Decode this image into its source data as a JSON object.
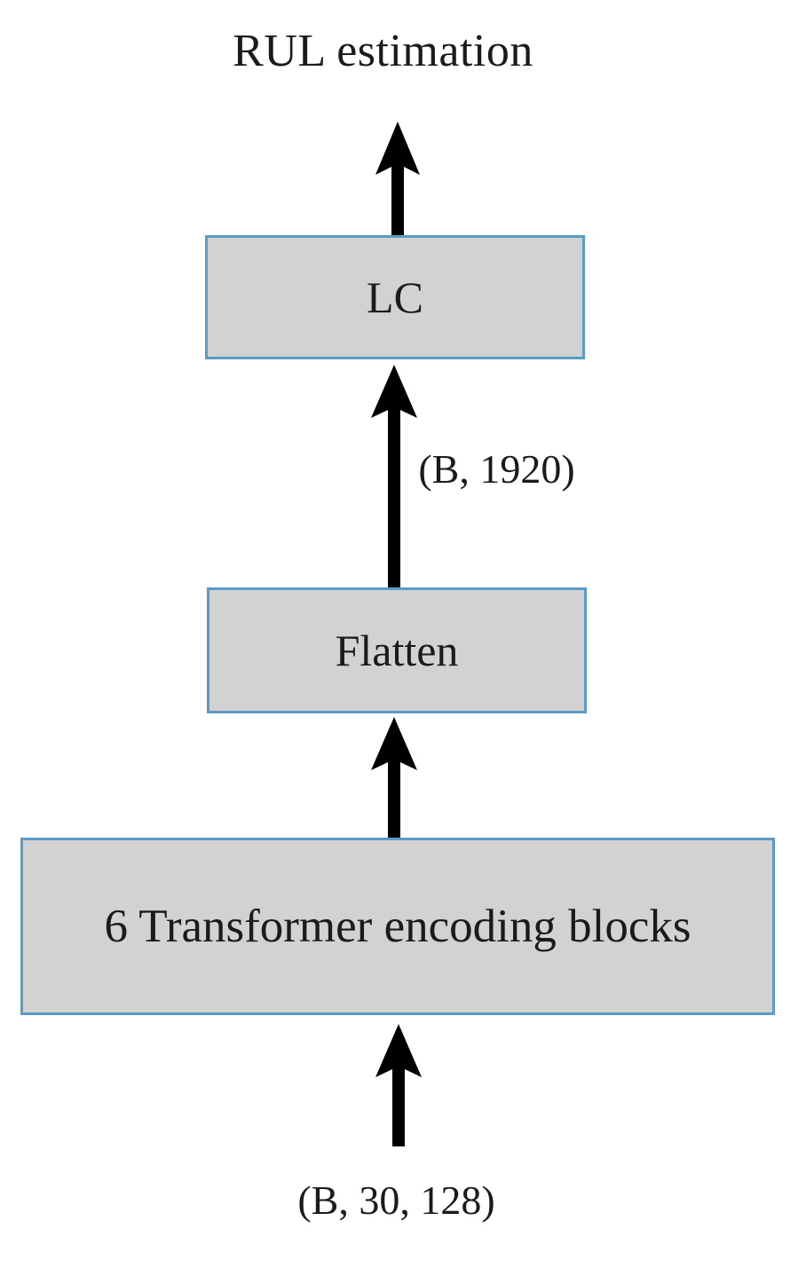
{
  "diagram": {
    "title": "RUL estimation",
    "orientation": "bottom-to-top",
    "background_color": "#ffffff",
    "node_fill_color": "#d3d2d2",
    "node_border_color": "#5b9bc5",
    "arrow_color": "#000000",
    "text_color": "#1b1b1b",
    "nodes": [
      {
        "id": "lc",
        "label": "LC"
      },
      {
        "id": "flatten",
        "label": "Flatten"
      },
      {
        "id": "transformer",
        "label": "6 Transformer encoding blocks"
      }
    ],
    "edges": [
      {
        "id": "input-to-transformer",
        "label": "(B, 30, 128)",
        "from": "input",
        "to": "transformer"
      },
      {
        "id": "transformer-to-flatten",
        "label": "",
        "from": "transformer",
        "to": "flatten"
      },
      {
        "id": "flatten-to-lc",
        "label": "(B, 1920)",
        "from": "flatten",
        "to": "lc"
      },
      {
        "id": "lc-to-output",
        "label": "",
        "from": "lc",
        "to": "output"
      }
    ],
    "labels": {
      "output_label": "RUL estimation",
      "flatten_to_lc_shape": "(B, 1920)",
      "input_shape": "(B, 30, 128)"
    }
  }
}
